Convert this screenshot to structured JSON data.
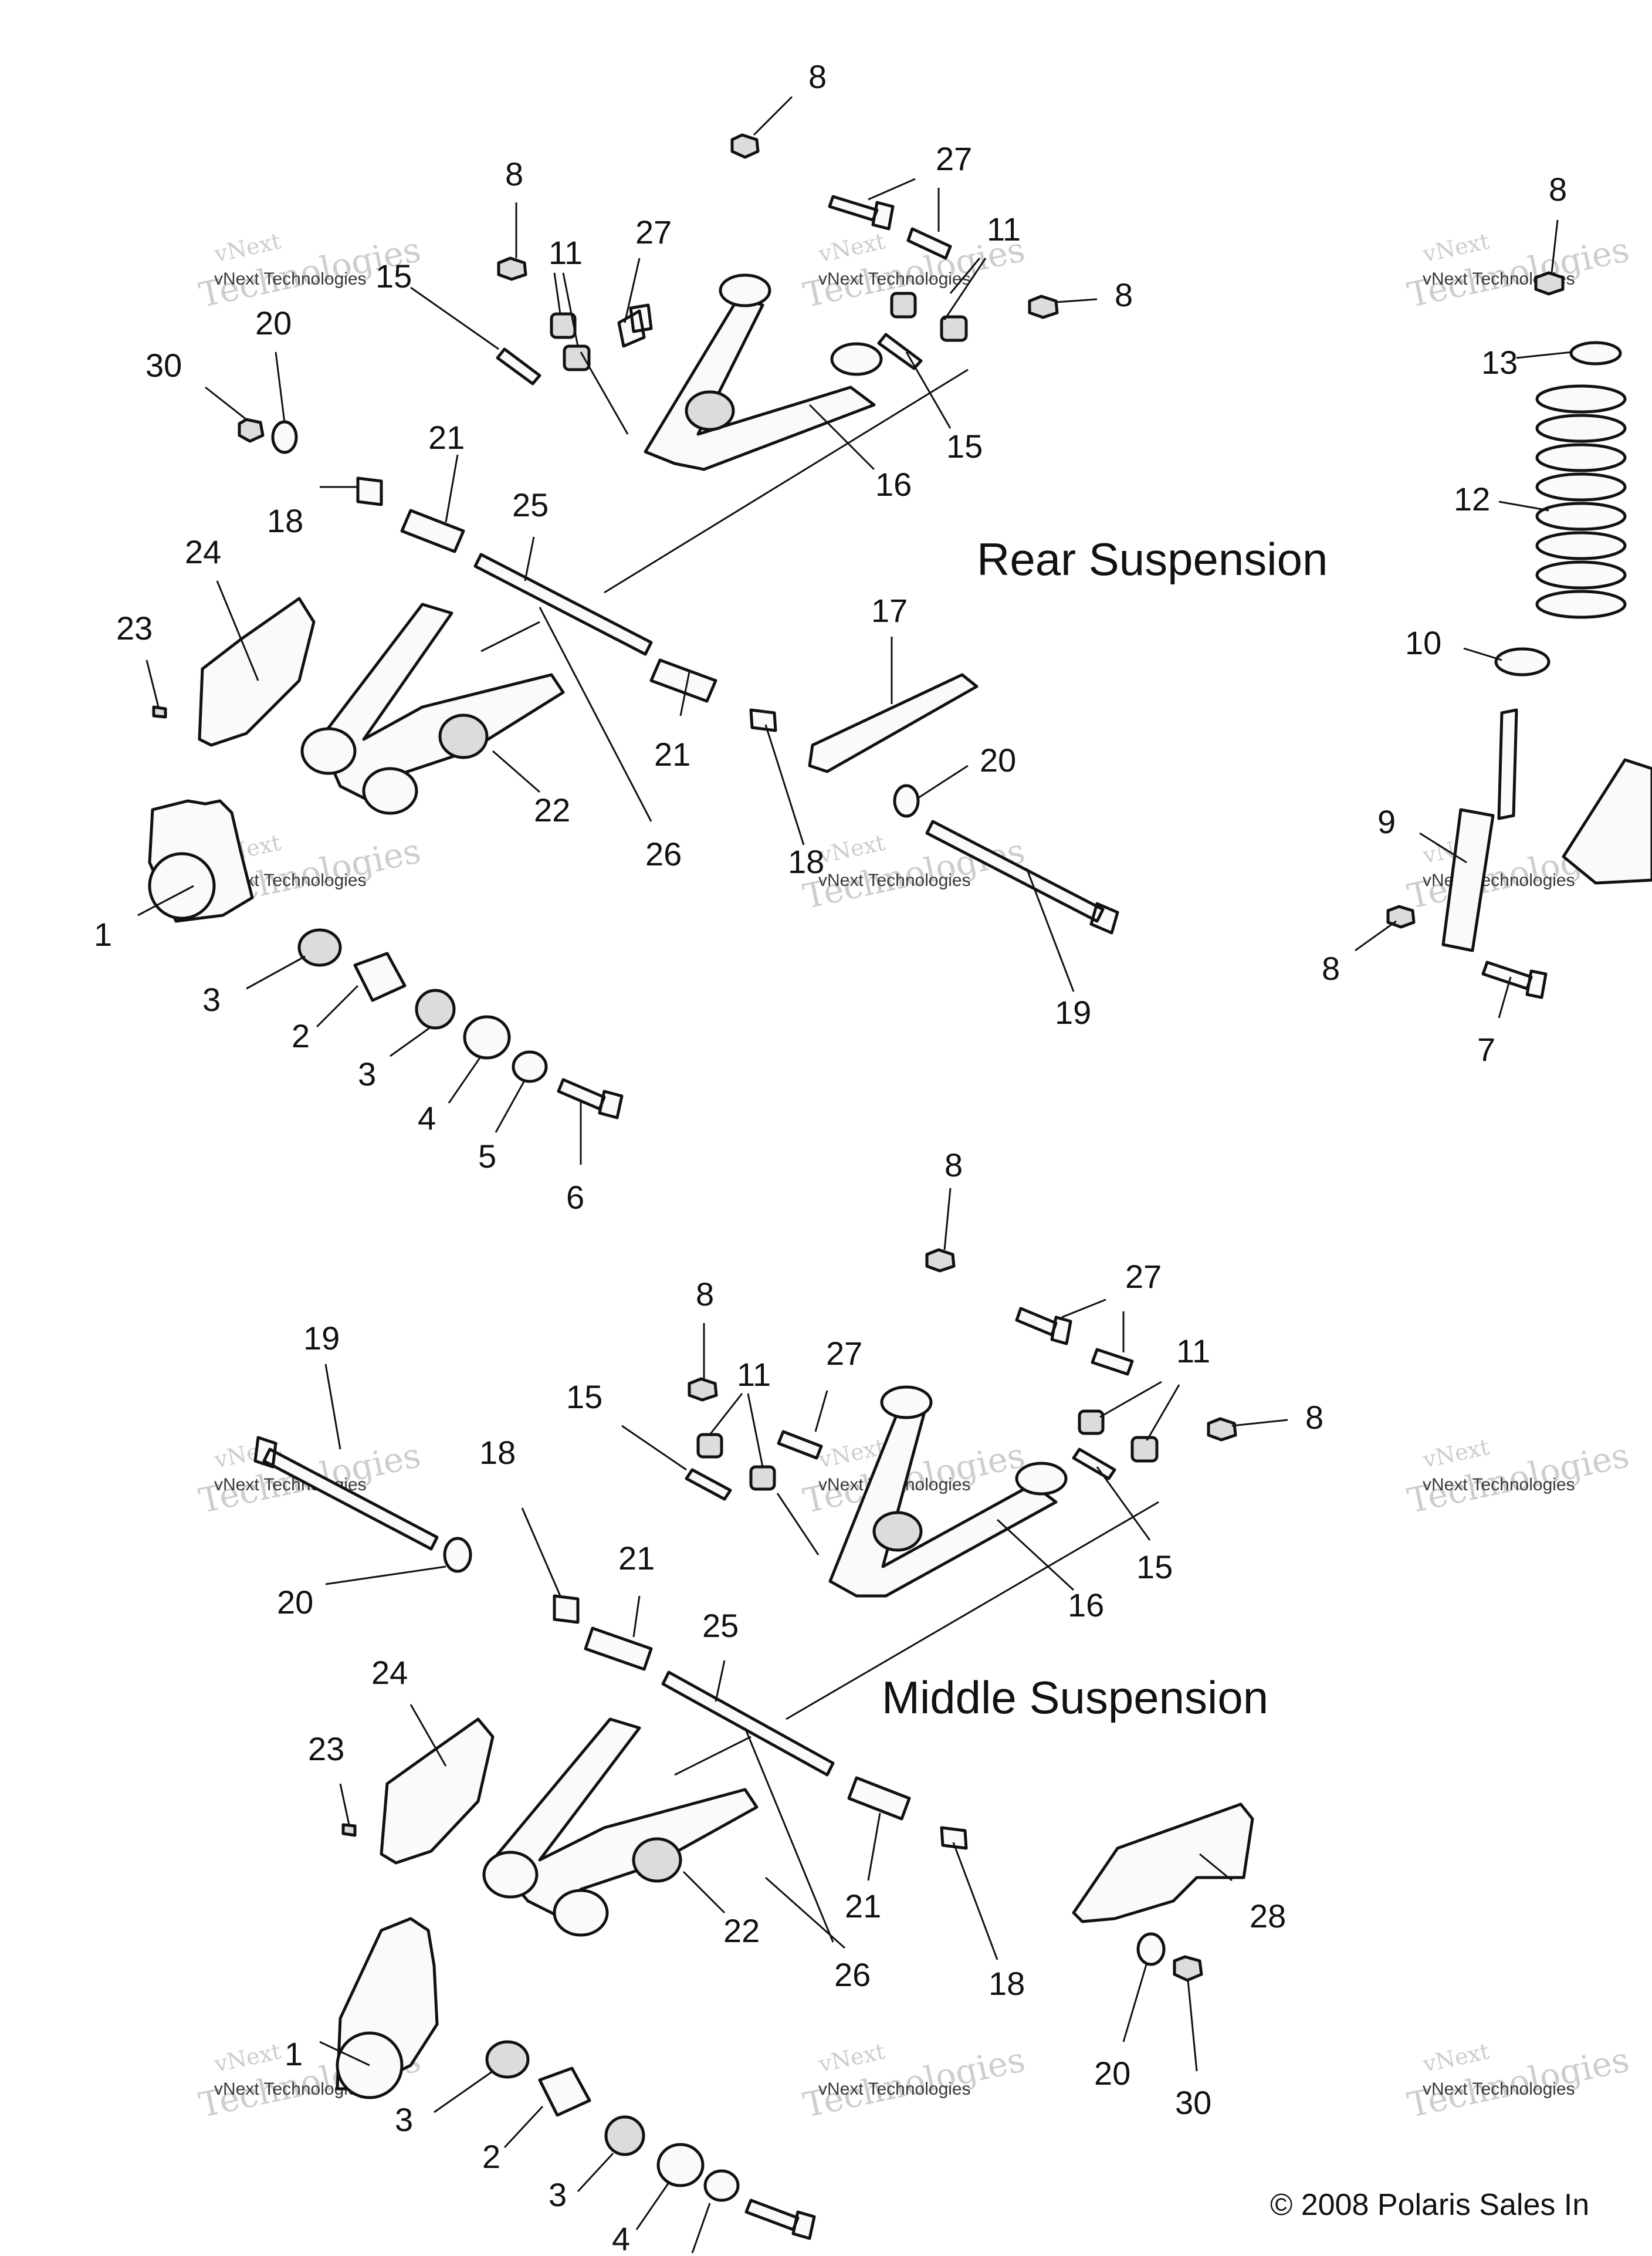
{
  "diagram": {
    "sections": {
      "rear": {
        "title": "Rear Suspension"
      },
      "middle": {
        "title": "Middle Suspension"
      }
    },
    "watermark": {
      "line1": "vNext",
      "line2": "vNext Technologies",
      "line3": "Technologies"
    },
    "copyright": "© 2008 Polaris Sales In",
    "callouts": {
      "rear": [
        "8",
        "27",
        "8",
        "11",
        "27",
        "11",
        "8",
        "15",
        "30",
        "20",
        "15",
        "16",
        "21",
        "25",
        "18",
        "24",
        "23",
        "21",
        "17",
        "22",
        "26",
        "18",
        "20",
        "1",
        "19",
        "3",
        "2",
        "3",
        "4",
        "5",
        "6"
      ],
      "shock": [
        "8",
        "13",
        "12",
        "10",
        "9",
        "8",
        "7"
      ],
      "middle": [
        "8",
        "27",
        "8",
        "11",
        "27",
        "11",
        "8",
        "19",
        "15",
        "18",
        "21",
        "25",
        "16",
        "15",
        "20",
        "24",
        "23",
        "22",
        "21",
        "28",
        "26",
        "18",
        "1",
        "20",
        "30",
        "3",
        "2",
        "3",
        "4"
      ]
    }
  }
}
